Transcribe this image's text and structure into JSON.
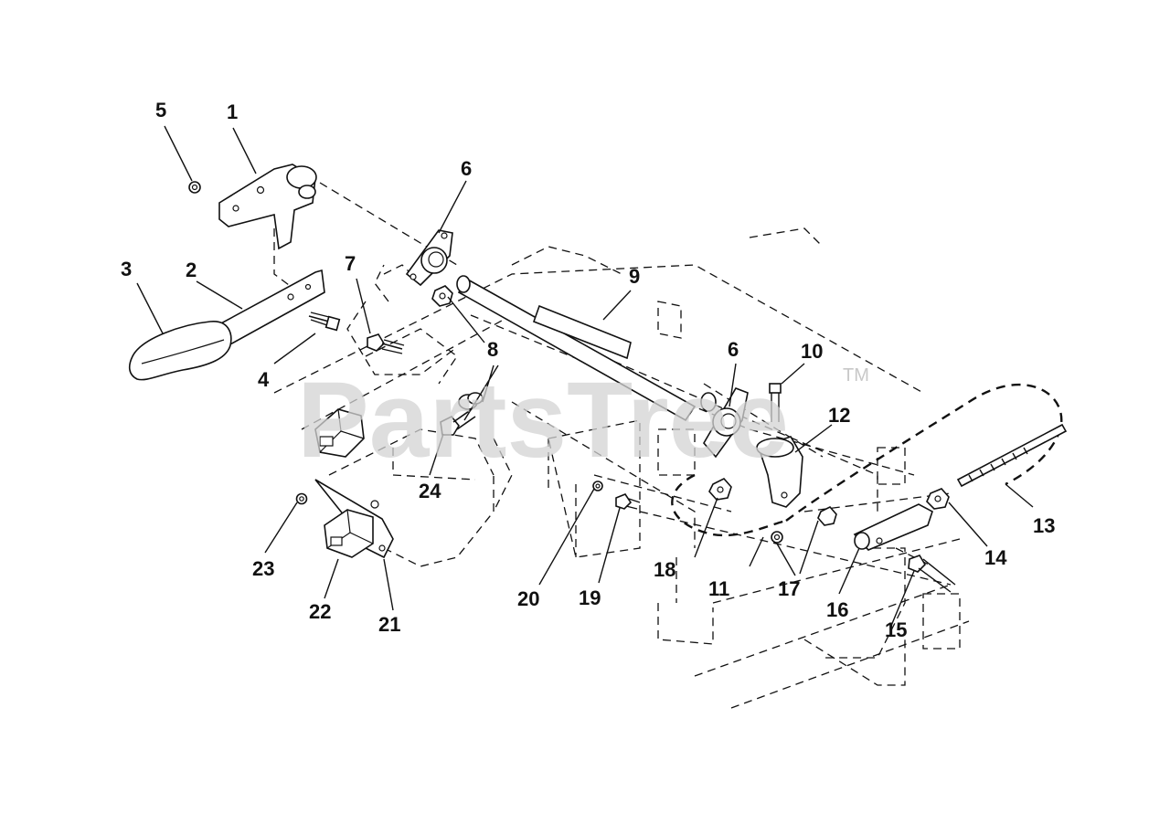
{
  "watermark": {
    "text": "PartsTree",
    "trademark": "TM"
  },
  "callouts": {
    "c1": "1",
    "c2": "2",
    "c3": "3",
    "c4": "4",
    "c5": "5",
    "c6a": "6",
    "c6b": "6",
    "c7": "7",
    "c8": "8",
    "c9": "9",
    "c10": "10",
    "c11": "11",
    "c12": "12",
    "c13": "13",
    "c14": "14",
    "c15": "15",
    "c16": "16",
    "c17": "17",
    "c18": "18",
    "c19": "19",
    "c20": "20",
    "c21": "21",
    "c22": "22",
    "c23": "23",
    "c24": "24"
  }
}
